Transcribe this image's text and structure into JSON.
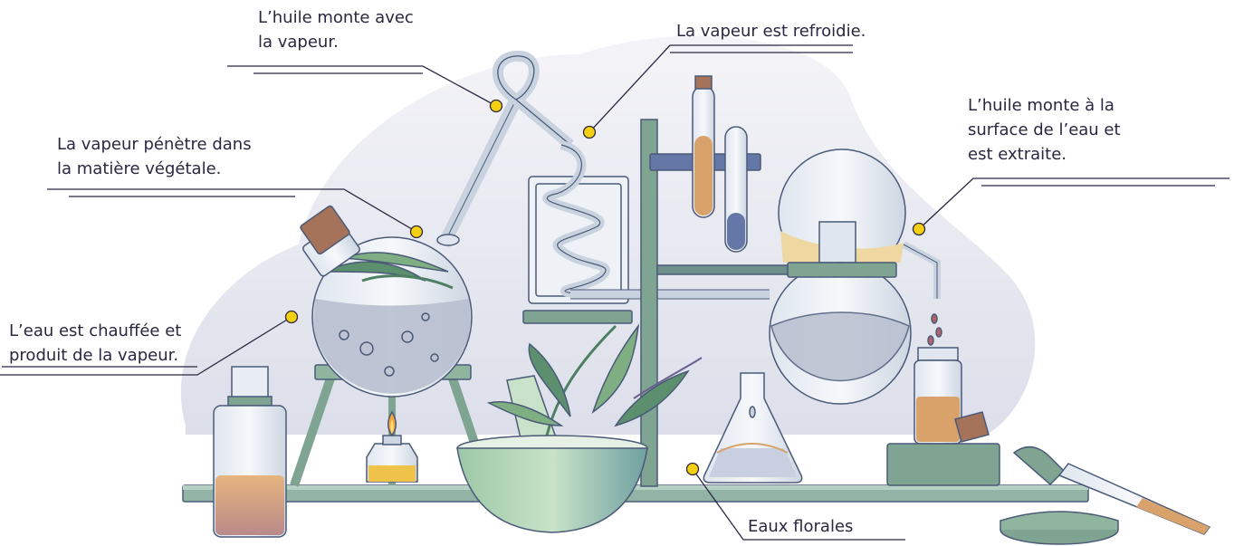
{
  "labels": {
    "oil_rises_with_steam": [
      "L’huile monte avec",
      "la vapeur."
    ],
    "steam_cooled": [
      "La vapeur est refroidie."
    ],
    "steam_penetrates": [
      "La vapeur pénètre dans",
      "la matière végétale."
    ],
    "oil_surface": [
      "L’huile monte à la",
      "surface de l’eau et",
      "est extraite."
    ],
    "water_heated": [
      "L’eau est chauffée et",
      "produit de la vapeur."
    ],
    "floral_waters": [
      "Eaux florales"
    ]
  },
  "colors": {
    "marker": "#f5cf12",
    "leader_line": "#2c2640",
    "blob": "#e8e9f1",
    "glass_outline": "#4a5a78",
    "stand": "#7fa592",
    "liquid_amber": "#d9a26b",
    "liquid_water": "#b8bfcf"
  }
}
